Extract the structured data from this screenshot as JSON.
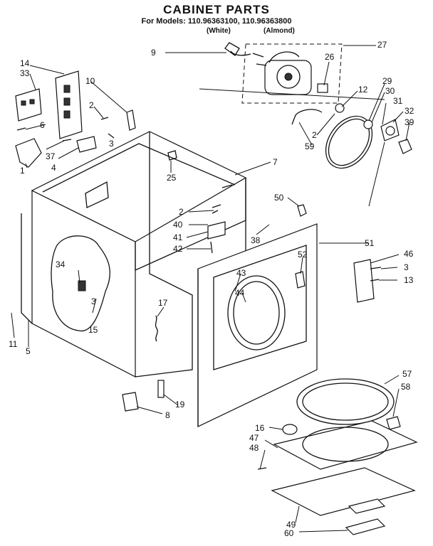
{
  "header": {
    "title": "CABINET PARTS",
    "subtitle": "For Models: 110.96363100, 110.96363800",
    "variant_white": "(White)",
    "variant_almond": "(Almond)"
  },
  "callouts": {
    "c1": "1",
    "c2a": "2",
    "c2b": "2",
    "c2c": "2",
    "c3a": "3",
    "c3b": "3",
    "c4": "4",
    "c5": "5",
    "c6": "6",
    "c7": "7",
    "c8": "8",
    "c9": "9",
    "c10": "10",
    "c11": "11",
    "c12": "12",
    "c13": "13",
    "c14": "14",
    "c15": "15",
    "c16": "16",
    "c17": "17",
    "c19": "19",
    "c25": "25",
    "c26": "26",
    "c27": "27",
    "c29": "29",
    "c30": "30",
    "c31": "31",
    "c32": "32",
    "c33": "33",
    "c34": "34",
    "c37": "37",
    "c38": "38",
    "c39": "39",
    "c40": "40",
    "c41": "41",
    "c42": "42",
    "c43": "43",
    "c44": "44",
    "c46": "46",
    "c47": "47",
    "c48": "48",
    "c49": "49",
    "c50": "50",
    "c51": "51",
    "c52": "52",
    "c57": "57",
    "c58": "58",
    "c59": "59",
    "c60": "60"
  }
}
